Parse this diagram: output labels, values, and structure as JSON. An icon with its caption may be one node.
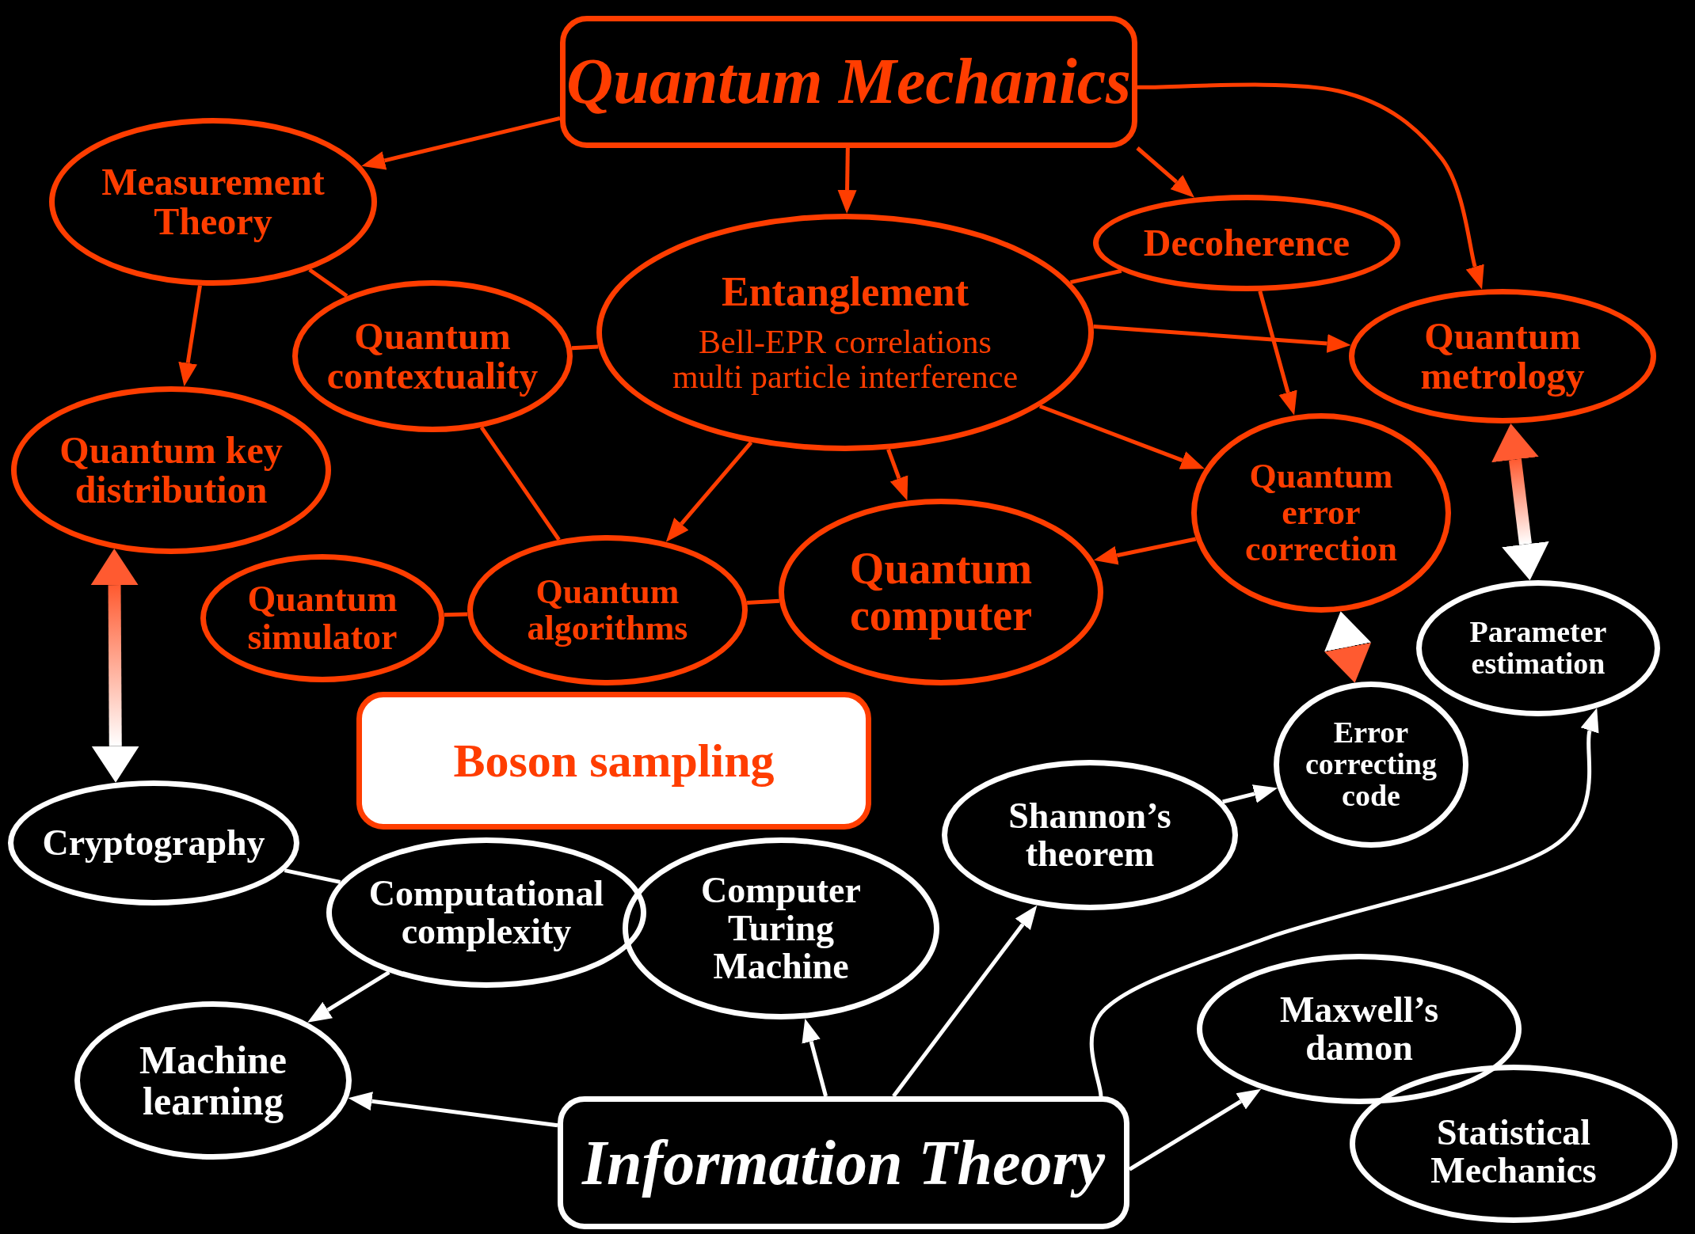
{
  "diagram": {
    "nodes": [
      {
        "text": [
          "Quantum Mechanics"
        ]
      },
      {
        "text": [
          "Measurement Theory"
        ]
      },
      {
        "text": [
          "Entanglement",
          "Bell-EPR correlations multi particle interference"
        ]
      },
      {
        "text": [
          "Decoherence"
        ]
      },
      {
        "text": [
          "Quantum contextuality"
        ]
      },
      {
        "text": [
          "Quantum metrology"
        ]
      },
      {
        "text": [
          "Quantum key distribution"
        ]
      },
      {
        "text": [
          "Quantum error correction"
        ]
      },
      {
        "text": [
          "Quantum simulator"
        ]
      },
      {
        "text": [
          "Quantum algorithms"
        ]
      },
      {
        "text": [
          "Quantum computer"
        ]
      },
      {
        "text": [
          "Boson sampling"
        ]
      },
      {
        "text": [
          "Parameter estimation"
        ]
      },
      {
        "text": [
          "Error correcting code"
        ]
      },
      {
        "text": [
          "Cryptography"
        ]
      },
      {
        "text": [
          "Computational complexity"
        ]
      },
      {
        "text": [
          "Shannon’s theorem"
        ]
      },
      {
        "text": [
          "Computer Turing Machine"
        ]
      },
      {
        "text": [
          "Maxwell’s damon"
        ]
      },
      {
        "text": [
          "Machine learning"
        ]
      },
      {
        "text": [
          "Statistical Mechanics"
        ]
      },
      {
        "text": [
          "Information Theory"
        ]
      }
    ],
    "edges": [
      {
        "from": 0,
        "to": 1,
        "arrow": "to"
      },
      {
        "from": 0,
        "to": 2,
        "arrow": "to"
      },
      {
        "from": 0,
        "to": 3,
        "arrow": "to"
      },
      {
        "from": 0,
        "to": 5,
        "arrow": "to"
      },
      {
        "from": 1,
        "to": 4,
        "arrow": "none"
      },
      {
        "from": 1,
        "to": 6,
        "arrow": "to"
      },
      {
        "from": 4,
        "to": 2,
        "arrow": "none"
      },
      {
        "from": 3,
        "to": 2,
        "arrow": "none"
      },
      {
        "from": 2,
        "to": 5,
        "arrow": "to"
      },
      {
        "from": 3,
        "to": 7,
        "arrow": "to"
      },
      {
        "from": 2,
        "to": 9,
        "arrow": "to"
      },
      {
        "from": 2,
        "to": 10,
        "arrow": "to"
      },
      {
        "from": 2,
        "to": 7,
        "arrow": "to"
      },
      {
        "from": 4,
        "to": 9,
        "arrow": "none"
      },
      {
        "from": 7,
        "to": 10,
        "arrow": "to"
      },
      {
        "from": 8,
        "to": 9,
        "arrow": "none"
      },
      {
        "from": 9,
        "to": 10,
        "arrow": "none"
      },
      {
        "from": 6,
        "to": 14,
        "arrow": "both",
        "style": "thick",
        "color": "#ff5a30"
      },
      {
        "from": 5,
        "to": 12,
        "arrow": "both",
        "style": "thick",
        "color": "#ff5a30"
      },
      {
        "from": 7,
        "to": 13,
        "arrow": "both",
        "style": "thick",
        "color": "#ff5a30"
      },
      {
        "from": 14,
        "to": 15,
        "arrow": "none",
        "color": "#ffffff"
      },
      {
        "from": 15,
        "to": 19,
        "arrow": "to",
        "color": "#ffffff"
      },
      {
        "from": 16,
        "to": 13,
        "arrow": "to",
        "color": "#ffffff"
      },
      {
        "from": 21,
        "to": 19,
        "arrow": "to",
        "color": "#ffffff"
      },
      {
        "from": 21,
        "to": 17,
        "arrow": "to",
        "color": "#ffffff"
      },
      {
        "from": 21,
        "to": 16,
        "arrow": "to",
        "color": "#ffffff"
      },
      {
        "from": 21,
        "to": 12,
        "arrow": "to",
        "color": "#ffffff"
      },
      {
        "from": 21,
        "to": 18,
        "arrow": "to",
        "color": "#ffffff"
      }
    ]
  }
}
